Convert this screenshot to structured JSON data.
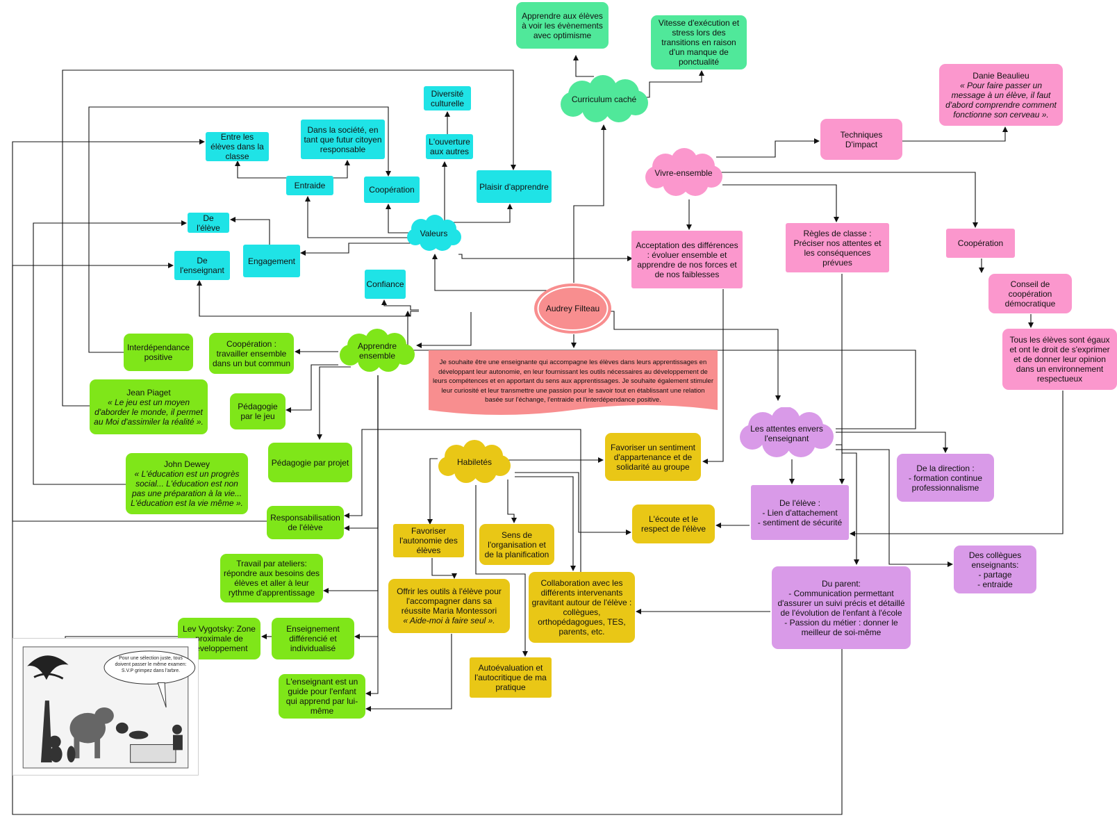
{
  "colors": {
    "valeurs": "#1fe3e6",
    "apprendre": "#7fe619",
    "habiletes": "#e9c716",
    "vivre": "#fb97cd",
    "attentes": "#d99ae8",
    "curriculum": "#50e89a",
    "center": "#f88e8f",
    "line": "#111111"
  },
  "center": {
    "name": "Audrey Filteau",
    "statement": "Je souhaite être une enseignante qui accompagne les élèves dans leurs apprentissages en développant leur autonomie, en leur fournissant les outils nécessaires au développement de leurs compétences et en apportant du sens aux apprentissages. Je souhaite également stimuler leur curiosité et leur transmettre une passion pour le savoir tout en établissant une relation basée sur l'échange, l'entraide et l'interdépendance positive."
  },
  "curriculum": {
    "hub": "Curriculum caché",
    "optimisme": "Apprendre aux élèves à voir les évènements avec optimisme",
    "vitesse": "Vitesse d'exécution et stress lors des transitions en raison d'un manque de ponctualité"
  },
  "valeurs": {
    "hub": "Valeurs",
    "entre_eleves": "Entre les élèves dans la classe",
    "societe": "Dans la société, en tant que futur citoyen responsable",
    "diversite": "Diversité culturelle",
    "ouverture": "L'ouverture aux autres",
    "plaisir": "Plaisir d'apprendre",
    "cooperation": "Coopération",
    "entraide": "Entraide",
    "de_leleve": "De l'élève",
    "de_lenseignant": "De l'enseignant",
    "engagement": "Engagement",
    "confiance": "Confiance"
  },
  "apprendre": {
    "hub": "Apprendre ensemble",
    "interdependance": "Interdépendance positive",
    "cooperation": "Coopération : travailler ensemble dans un but commun",
    "piaget_name": "Jean Piaget",
    "piaget_quote": "« Le jeu est un moyen d'aborder le monde, il permet au Moi d'assimiler la réalité ».",
    "pedagogie_jeu": "Pédagogie par le jeu",
    "dewey_name": "John Dewey",
    "dewey_quote": "« L'éducation est un progrès social... L'éducation est non pas une préparation à la vie... L'éducation est la vie même ».",
    "pedagogie_projet": "Pédagogie par projet",
    "responsabilisation": "Responsabilisation de l'élève",
    "ateliers": "Travail par ateliers: répondre aux besoins des élèves et aller à leur rythme d'apprentissage",
    "vygotsky": "Lev Vygotsky: Zone proximale de développement",
    "differencie": "Enseignement différencié et individualisé",
    "guide": "L'enseignant est un guide pour l'enfant qui apprend par lui-même"
  },
  "cartoon": {
    "speech": "Pour une sélection juste, tous doivent passer le même examen: S.V.P grimpez dans l'arbre."
  },
  "habiletes": {
    "hub": "Habiletés",
    "appartenance": "Favoriser un sentiment d'appartenance et de solidarité au groupe",
    "autonomie": "Favoriser l'autonomie des élèves",
    "organisation": "Sens de l'organisation et de la planification",
    "ecoute": "L'écoute et le respect de l'élève",
    "outils": "Offrir les outils à l'élève pour l'accompagner dans sa réussite Maria Montessori",
    "outils_quote": "« Aide-moi à faire seul ».",
    "collaboration": "Collaboration avec les différents intervenants gravitant autour de l'élève : collègues, orthopédagogues, TES, parents, etc.",
    "autoevaluation": "Autoévaluation et l'autocritique de ma pratique"
  },
  "vivre": {
    "hub": "Vivre-ensemble",
    "techniques": "Techniques D'impact",
    "beaulieu_name": "Danie Beaulieu",
    "beaulieu_quote": "« Pour faire passer un message à un élève, il faut d'abord comprendre comment fonctionne son cerveau ».",
    "acceptation": "Acceptation des différences : évoluer ensemble et apprendre de nos forces et de nos faiblesses",
    "regles": "Règles de classe : Préciser nos attentes et les conséquences prévues",
    "cooperation": "Coopération",
    "conseil": "Conseil de coopération démocratique",
    "egaux": "Tous les élèves sont égaux et ont le droit de s'exprimer et de donner leur opinion dans un environnement respectueux"
  },
  "attentes": {
    "hub": "Les attentes envers l'enseignant",
    "direction": "De la direction :\n- formation continue professionnalisme",
    "eleve": "De l'élève :\n- Lien d'attachement\n- sentiment de sécurité",
    "collegues": "Des collègues enseignants:\n- partage\n- entraide",
    "parent": "Du parent:\n- Communication permettant d'assurer un suivi précis et détaillé de l'évolution de l'enfant à l'école\n- Passion du métier : donner le meilleur de soi-même"
  }
}
